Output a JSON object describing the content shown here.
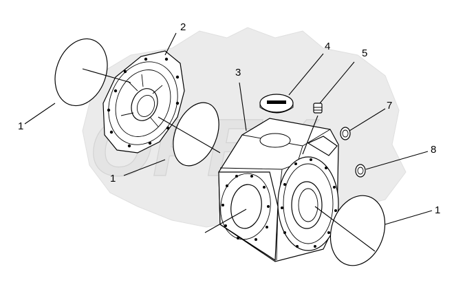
{
  "diagram": {
    "callouts": [
      {
        "id": "c1a",
        "label": "1"
      },
      {
        "id": "c2",
        "label": "2"
      },
      {
        "id": "c1b",
        "label": "1"
      },
      {
        "id": "c3",
        "label": "3"
      },
      {
        "id": "c4",
        "label": "4"
      },
      {
        "id": "c5",
        "label": "5"
      },
      {
        "id": "c7",
        "label": "7"
      },
      {
        "id": "c8",
        "label": "8"
      },
      {
        "id": "c1c",
        "label": "1"
      }
    ],
    "watermark": "OPEX"
  }
}
